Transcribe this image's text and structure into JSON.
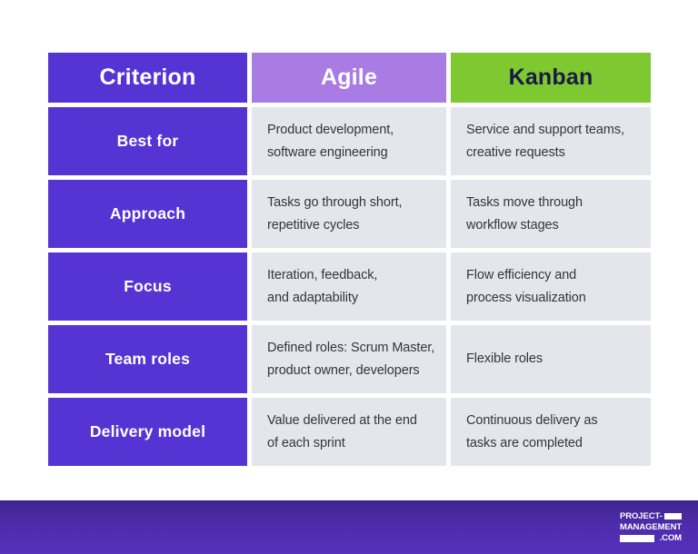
{
  "chart_data": {
    "type": "table",
    "columns": [
      "Criterion",
      "Agile",
      "Kanban"
    ],
    "rows": [
      {
        "criterion": "Best for",
        "agile": "Product development,\nsoftware engineering",
        "kanban": "Service and support teams,\ncreative requests"
      },
      {
        "criterion": "Approach",
        "agile": "Tasks go through short,\nrepetitive cycles",
        "kanban": "Tasks move through\nworkflow stages"
      },
      {
        "criterion": "Focus",
        "agile": "Iteration, feedback,\nand adaptability",
        "kanban": "Flow efficiency and\nprocess visualization"
      },
      {
        "criterion": "Team roles",
        "agile": "Defined roles: Scrum Master,\nproduct owner, developers",
        "kanban": "Flexible roles"
      },
      {
        "criterion": "Delivery model",
        "agile": "Value delivered at the end\nof each sprint",
        "kanban": "Continuous delivery as\ntasks are completed"
      }
    ],
    "layout": {
      "legend": "none",
      "grid": "white gaps between cells",
      "header_position": "top row"
    }
  },
  "colors": {
    "primary_purple": "#5634D4",
    "agile_lavender": "#A87CE2",
    "kanban_green": "#7EC932",
    "kanban_header_text": "#1A1A43",
    "cell_gray": "#E3E6EB",
    "body_text": "#35353D",
    "footer_gradient_top": "#3F2590",
    "footer_gradient_bottom": "#5531BB"
  },
  "footer": {
    "brand_line1": "PROJECT-",
    "brand_line2": "MANAGEMENT",
    "brand_line3": ".COM"
  }
}
